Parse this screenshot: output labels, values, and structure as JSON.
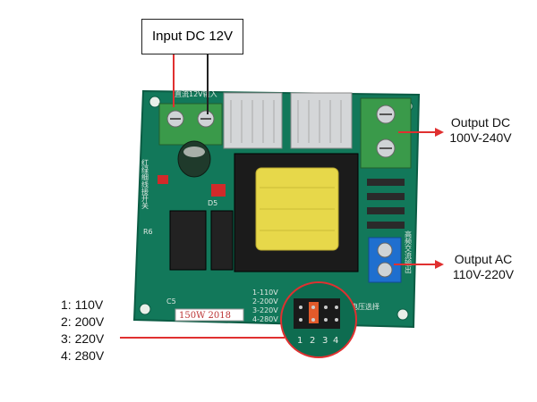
{
  "callouts": {
    "input": "Input DC 12V",
    "output_dc_line1": "Output DC",
    "output_dc_line2": "100V-240V",
    "output_ac_line1": "Output AC",
    "output_ac_line2": "110V-220V",
    "voltage_options": [
      "1: 110V",
      "2: 200V",
      "3: 220V",
      "4: 280V"
    ]
  },
  "board": {
    "model_label": "150W 2018",
    "selector_legend": [
      "1-110V",
      "2-200V",
      "3-220V",
      "4-280V"
    ],
    "selector_title": "电压选择",
    "pin_numbers": [
      "1",
      "2",
      "3",
      "4"
    ],
    "side_text_left": "红绿细线接开关",
    "side_text_right": "高频交流输出",
    "input_label": "直流12V输入",
    "component_labels": {
      "r6": "R6",
      "c5": "C5",
      "d5": "D5"
    }
  },
  "colors": {
    "pcb": "#12785a",
    "pcb_dark": "#0b5c44",
    "terminal_green": "#3a9a4a",
    "terminal_blue": "#1f6fcf",
    "transformer_yellow": "#e7d84a",
    "callout_red": "#e03030",
    "heatsink": "#d4d6d8"
  }
}
